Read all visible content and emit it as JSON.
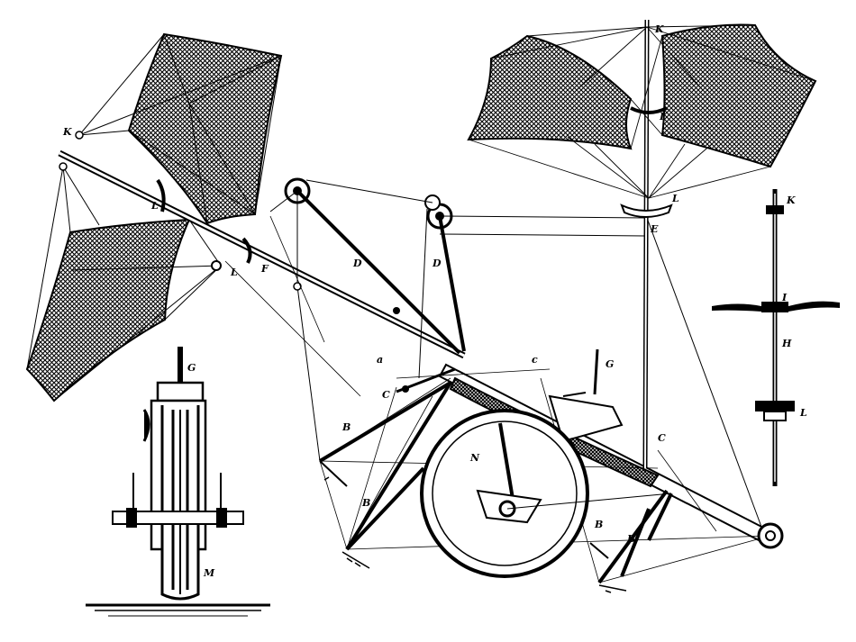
{
  "diagram": {
    "ink_color": "#000000",
    "paper_color": "#ffffff",
    "labels": {
      "k_top_left": "K",
      "l_left_mid": "L",
      "l_left_lower": "L",
      "f_boom": "F",
      "d_left": "D",
      "d_right": "D",
      "a_small": "a",
      "c_small": "c",
      "c_left": "C",
      "b_left_upper": "B",
      "b_left_lower": "B",
      "n_wheel": "N",
      "g_seat": "G",
      "g_front": "G",
      "k_top_right": "K",
      "i_top_right": "I",
      "l_top_right": "L",
      "e_mast": "E",
      "c_right": "C",
      "b_right_1": "B",
      "b_right_2": "B",
      "k_detail": "K",
      "i_detail": "I",
      "h_detail": "H",
      "l_detail": "L",
      "m_front": "M"
    }
  }
}
